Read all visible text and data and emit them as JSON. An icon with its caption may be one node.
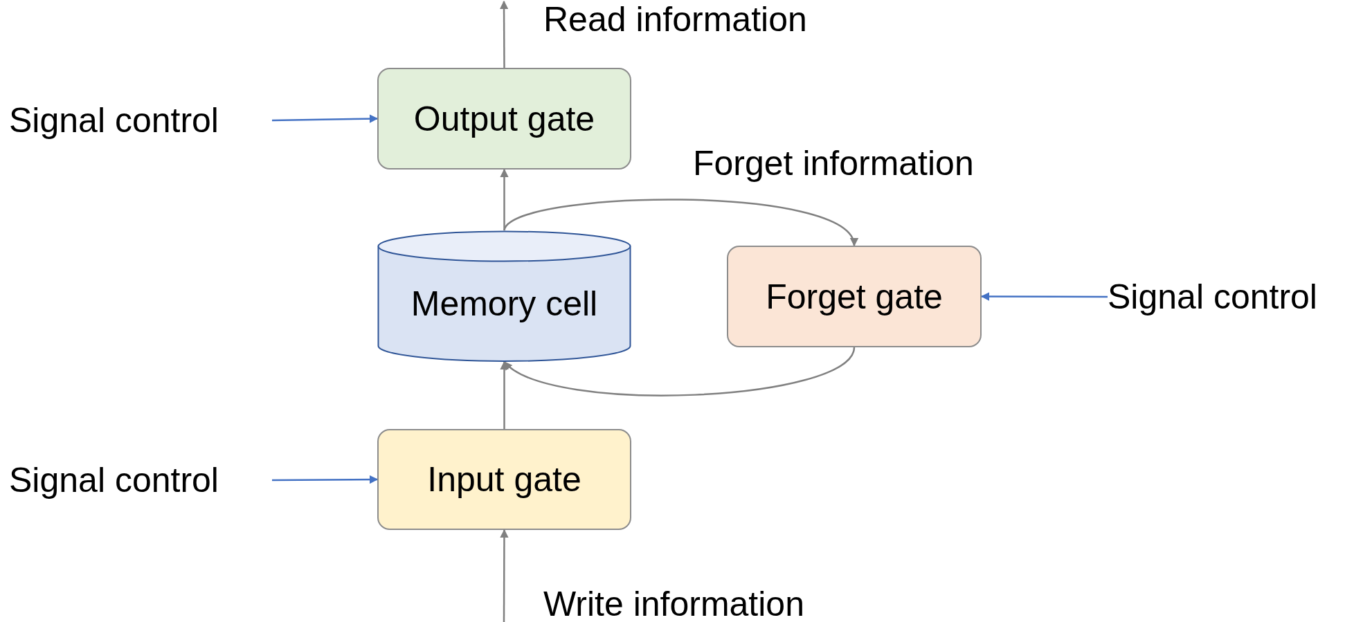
{
  "diagram": {
    "nodes": [
      {
        "text": [
          "Signal control"
        ]
      },
      {
        "text": [
          "Output gate"
        ]
      },
      {
        "text": [
          "Memory cell"
        ]
      },
      {
        "text": [
          "Forget gate"
        ]
      },
      {
        "text": [
          "Signal control"
        ]
      },
      {
        "text": [
          "Signal control"
        ]
      },
      {
        "text": [
          "Input gate"
        ]
      }
    ],
    "edges": [
      {
        "from": 1,
        "to": null,
        "arrow": "to",
        "label": "Read information"
      },
      {
        "from": 0,
        "to": 1,
        "arrow": "to",
        "color": "#4472c4"
      },
      {
        "from": 2,
        "to": 1,
        "arrow": "to"
      },
      {
        "from": 2,
        "to": 3,
        "arrow": "to",
        "label": "Forget information"
      },
      {
        "from": 4,
        "to": 3,
        "arrow": "to",
        "color": "#4472c4"
      },
      {
        "from": 3,
        "to": 2,
        "arrow": "to"
      },
      {
        "from": 6,
        "to": 2,
        "arrow": "to"
      },
      {
        "from": 5,
        "to": 6,
        "arrow": "to",
        "color": "#4472c4"
      },
      {
        "from": null,
        "to": 6,
        "arrow": "to",
        "label": "Write information"
      }
    ]
  }
}
